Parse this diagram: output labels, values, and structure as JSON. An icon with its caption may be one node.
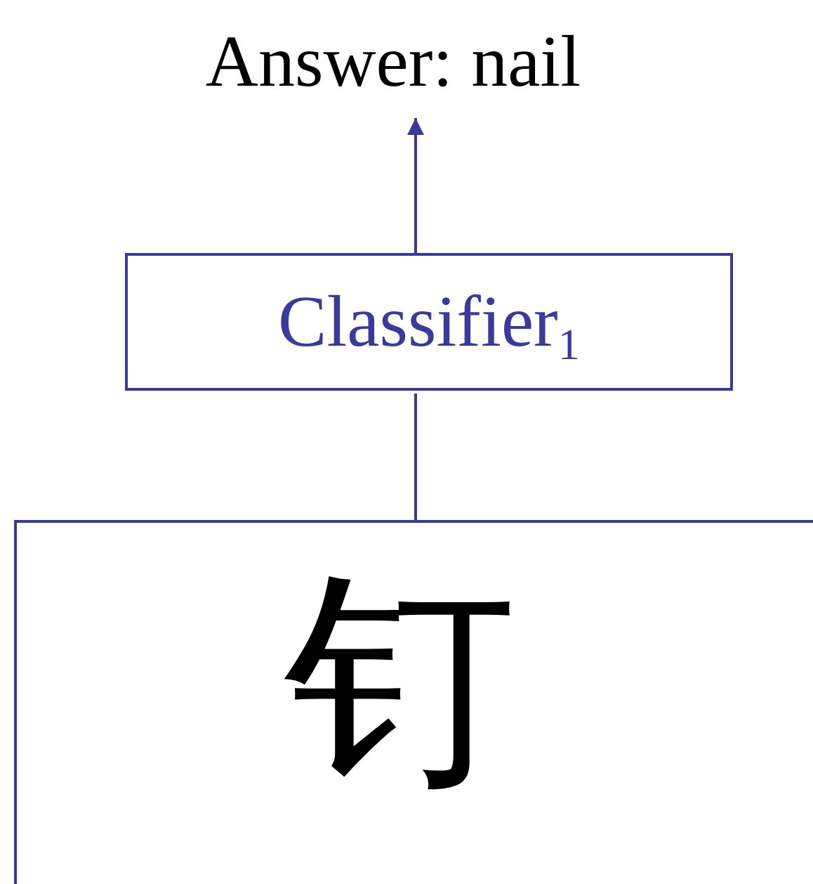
{
  "diagram": {
    "nodes": [
      {
        "text": [
          "Answer: nail"
        ]
      },
      {
        "text": [
          "Classifier$_{1}$"
        ]
      },
      {
        "text": [
          "钉"
        ]
      }
    ],
    "edges": [
      {
        "from": 1,
        "to": 0,
        "arrow": "to"
      },
      {
        "from": 2,
        "to": 1,
        "arrow": "none"
      }
    ]
  }
}
